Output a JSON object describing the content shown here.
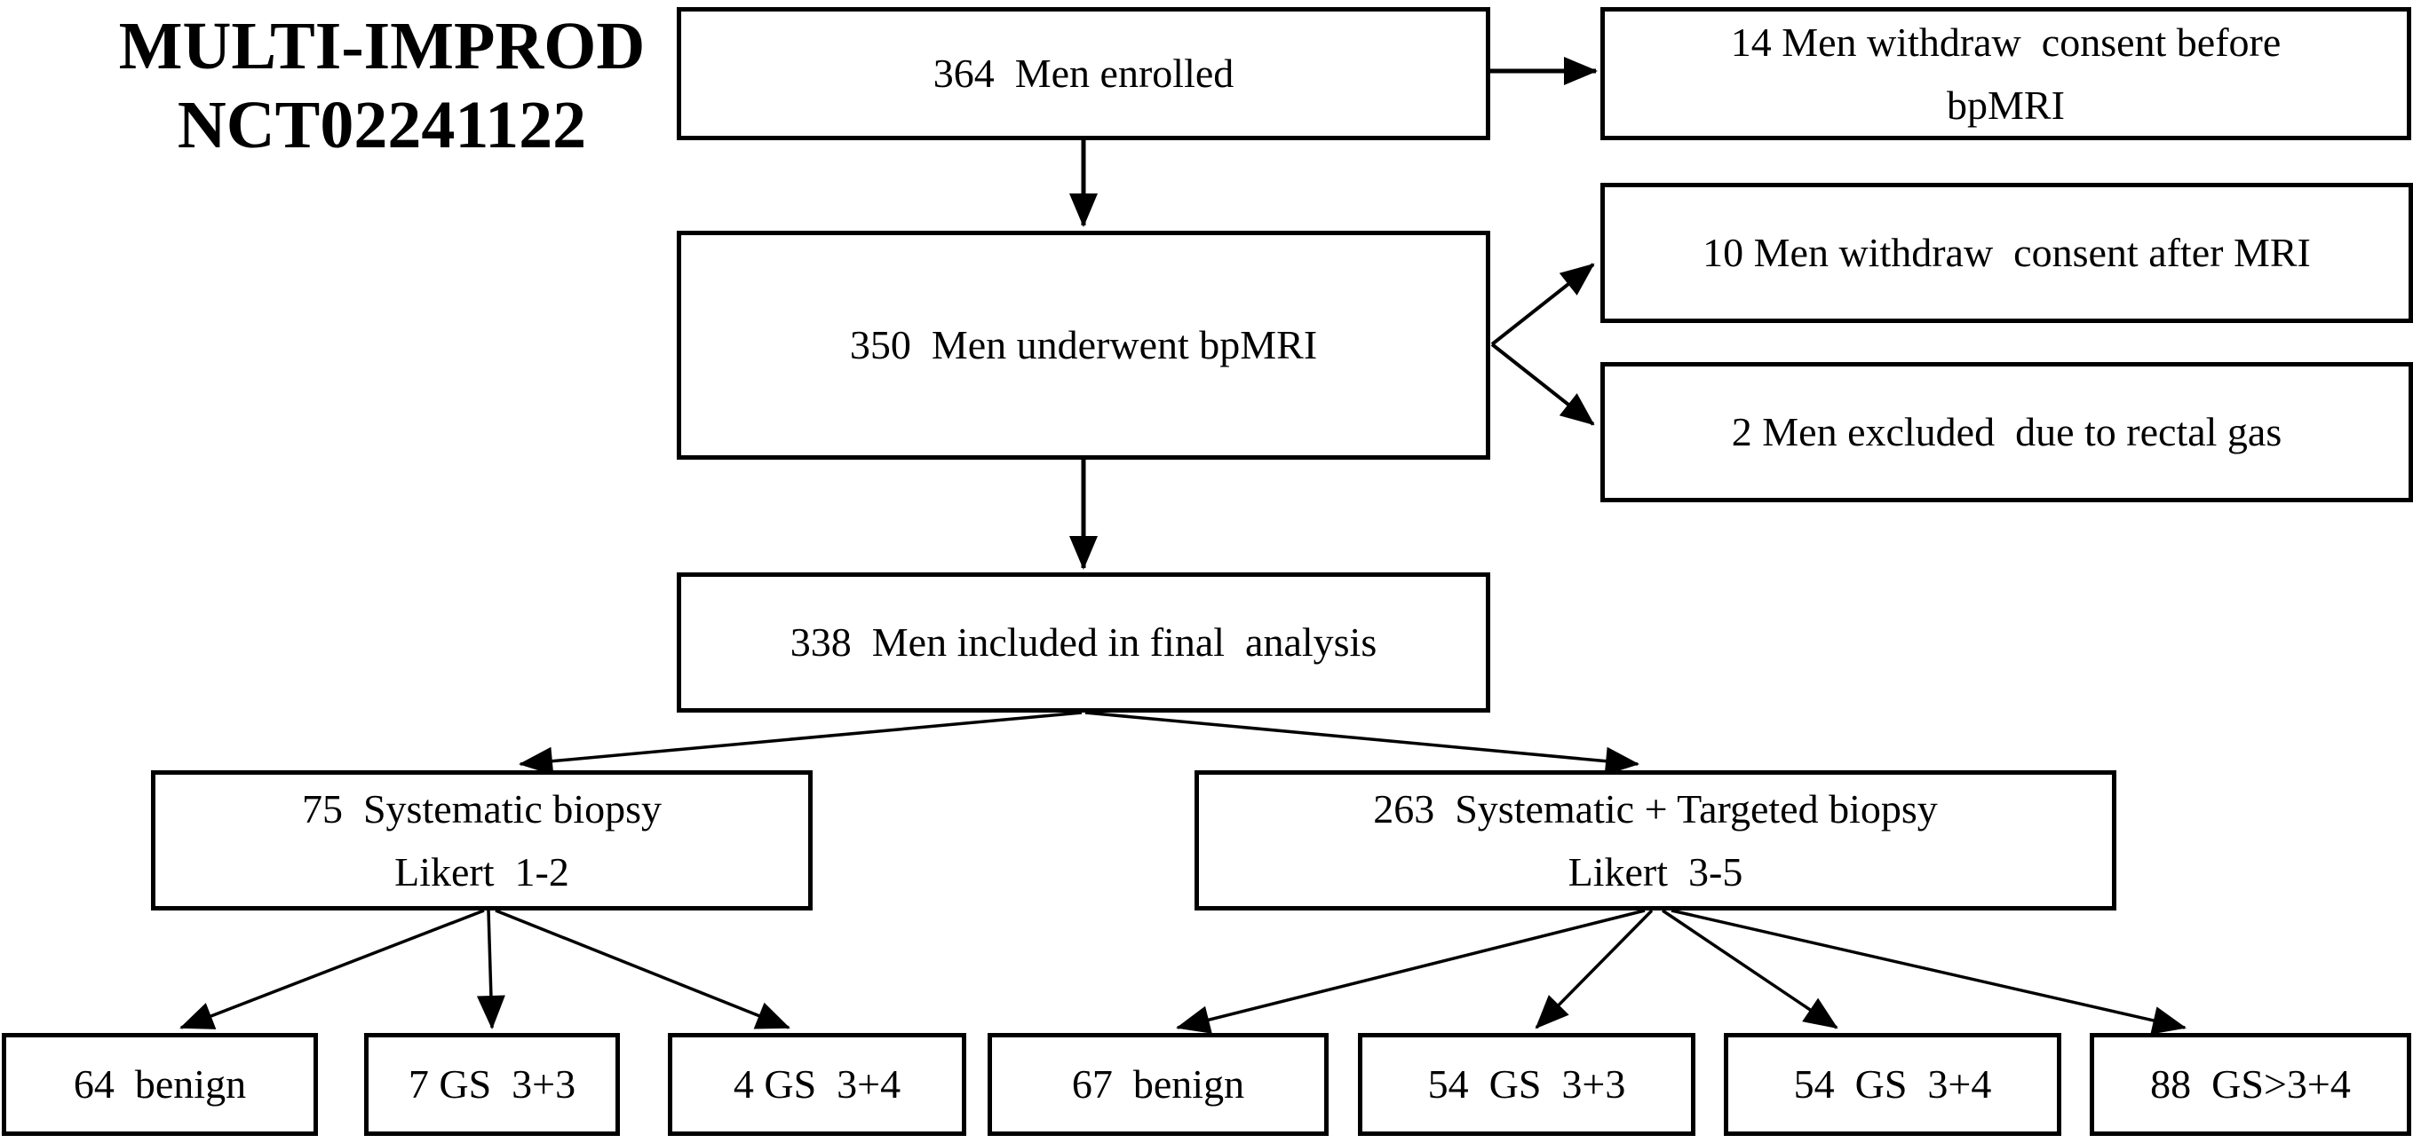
{
  "title": {
    "text": "MULTI-IMPROD\nNCT02241122"
  },
  "colors": {
    "box_border": "#000000",
    "box_background": "#ffffff",
    "page_background": "#ffffff",
    "text": "#000000",
    "arrow": "#000000"
  },
  "nodes": {
    "enrolled": {
      "label": "364  Men enrolled"
    },
    "withdraw_before": {
      "label": "14 Men withdraw  consent before\nbpMRI"
    },
    "underwent_bpmri": {
      "label": "350  Men underwent bpMRI"
    },
    "withdraw_after": {
      "label": "10 Men withdraw  consent after MRI"
    },
    "excluded_rectal_gas": {
      "label": "2 Men excluded  due to rectal gas"
    },
    "final_analysis": {
      "label": "338  Men included in final  analysis"
    },
    "systematic_biopsy": {
      "label": "75  Systematic biopsy\nLikert  1-2"
    },
    "systematic_targeted_biopsy": {
      "label": "263  Systematic + Targeted biopsy\nLikert  3-5"
    },
    "sys_benign": {
      "label": "64  benign"
    },
    "sys_gs_3_3": {
      "label": "7 GS  3+3"
    },
    "sys_gs_3_4": {
      "label": "4 GS  3+4"
    },
    "tar_benign": {
      "label": "67  benign"
    },
    "tar_gs_3_3": {
      "label": "54  GS  3+3"
    },
    "tar_gs_3_4": {
      "label": "54  GS  3+4"
    },
    "tar_gs_gt_3_4": {
      "label": "88  GS>3+4"
    }
  },
  "edges": [
    {
      "from": "enrolled",
      "to": "withdraw_before"
    },
    {
      "from": "enrolled",
      "to": "underwent_bpmri"
    },
    {
      "from": "underwent_bpmri",
      "to": "withdraw_after"
    },
    {
      "from": "underwent_bpmri",
      "to": "excluded_rectal_gas"
    },
    {
      "from": "underwent_bpmri",
      "to": "final_analysis"
    },
    {
      "from": "final_analysis",
      "to": "systematic_biopsy"
    },
    {
      "from": "final_analysis",
      "to": "systematic_targeted_biopsy"
    },
    {
      "from": "systematic_biopsy",
      "to": "sys_benign"
    },
    {
      "from": "systematic_biopsy",
      "to": "sys_gs_3_3"
    },
    {
      "from": "systematic_biopsy",
      "to": "sys_gs_3_4"
    },
    {
      "from": "systematic_targeted_biopsy",
      "to": "tar_benign"
    },
    {
      "from": "systematic_targeted_biopsy",
      "to": "tar_gs_3_3"
    },
    {
      "from": "systematic_targeted_biopsy",
      "to": "tar_gs_3_4"
    },
    {
      "from": "systematic_targeted_biopsy",
      "to": "tar_gs_gt_3_4"
    }
  ]
}
